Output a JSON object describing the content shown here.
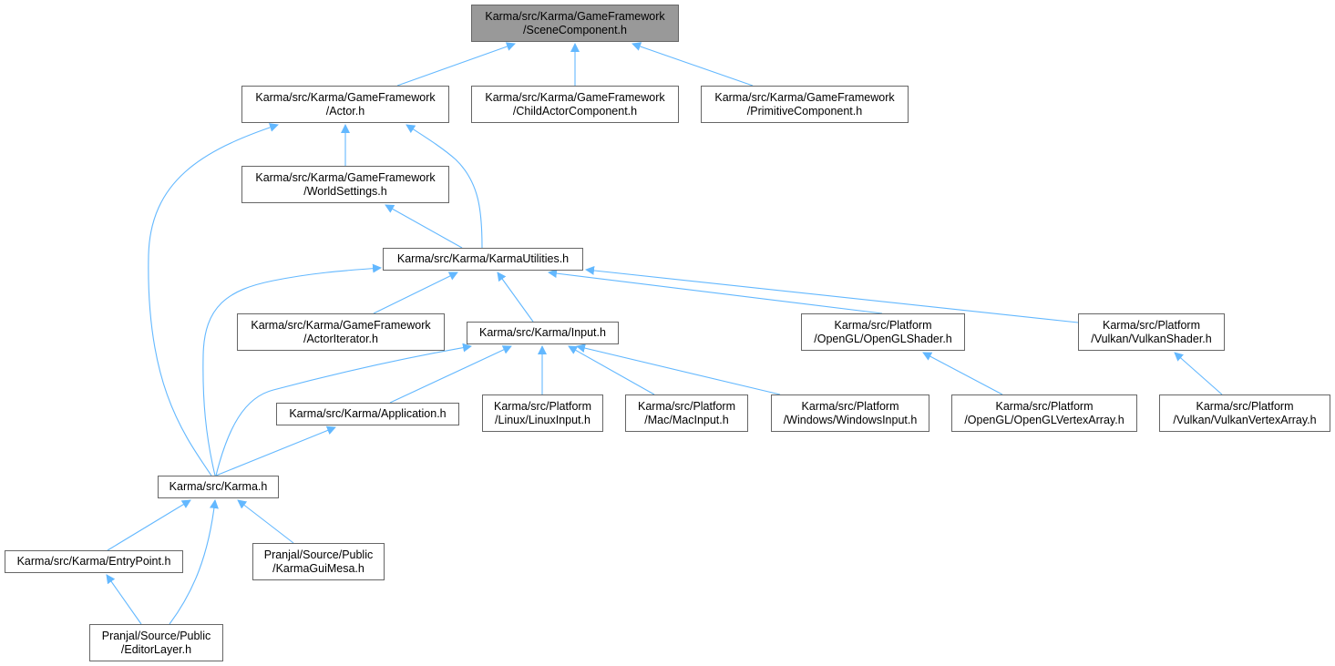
{
  "colors": {
    "edge": "#63b8ff",
    "border": "#666666",
    "root_fill": "#999999",
    "node_fill": "#ffffff"
  },
  "nodes": {
    "scenecomponent": [
      "Karma/src/Karma/GameFramework",
      "/SceneComponent.h"
    ],
    "actor": [
      "Karma/src/Karma/GameFramework",
      "/Actor.h"
    ],
    "childactorcomponent": [
      "Karma/src/Karma/GameFramework",
      "/ChildActorComponent.h"
    ],
    "primitivecomponent": [
      "Karma/src/Karma/GameFramework",
      "/PrimitiveComponent.h"
    ],
    "worldsettings": [
      "Karma/src/Karma/GameFramework",
      "/WorldSettings.h"
    ],
    "karmautilities": [
      "Karma/src/Karma/KarmaUtilities.h"
    ],
    "actoriterator": [
      "Karma/src/Karma/GameFramework",
      "/ActorIterator.h"
    ],
    "input": [
      "Karma/src/Karma/Input.h"
    ],
    "openglshader": [
      "Karma/src/Platform",
      "/OpenGL/OpenGLShader.h"
    ],
    "vulkanshader": [
      "Karma/src/Platform",
      "/Vulkan/VulkanShader.h"
    ],
    "application": [
      "Karma/src/Karma/Application.h"
    ],
    "linuxinput": [
      "Karma/src/Platform",
      "/Linux/LinuxInput.h"
    ],
    "macinput": [
      "Karma/src/Platform",
      "/Mac/MacInput.h"
    ],
    "windowsinput": [
      "Karma/src/Platform",
      "/Windows/WindowsInput.h"
    ],
    "openglvertexarray": [
      "Karma/src/Platform",
      "/OpenGL/OpenGLVertexArray.h"
    ],
    "vulkanvertexarray": [
      "Karma/src/Platform",
      "/Vulkan/VulkanVertexArray.h"
    ],
    "karma": [
      "Karma/src/Karma.h"
    ],
    "entrypoint": [
      "Karma/src/Karma/EntryPoint.h"
    ],
    "karmaguimesa": [
      "Pranjal/Source/Public",
      "/KarmaGuiMesa.h"
    ],
    "editorlayer": [
      "Pranjal/Source/Public",
      "/EditorLayer.h"
    ]
  },
  "edges": [
    [
      "actor",
      "scenecomponent"
    ],
    [
      "childactorcomponent",
      "scenecomponent"
    ],
    [
      "primitivecomponent",
      "scenecomponent"
    ],
    [
      "worldsettings",
      "actor"
    ],
    [
      "karmautilities",
      "actor"
    ],
    [
      "karma",
      "actor"
    ],
    [
      "karmautilities",
      "worldsettings"
    ],
    [
      "actoriterator",
      "karmautilities"
    ],
    [
      "input",
      "karmautilities"
    ],
    [
      "openglshader",
      "karmautilities"
    ],
    [
      "vulkanshader",
      "karmautilities"
    ],
    [
      "karma",
      "karmautilities"
    ],
    [
      "application",
      "input"
    ],
    [
      "linuxinput",
      "input"
    ],
    [
      "macinput",
      "input"
    ],
    [
      "windowsinput",
      "input"
    ],
    [
      "karma",
      "input"
    ],
    [
      "openglvertexarray",
      "openglshader"
    ],
    [
      "vulkanvertexarray",
      "vulkanshader"
    ],
    [
      "karma",
      "application"
    ],
    [
      "entrypoint",
      "karma"
    ],
    [
      "karmaguimesa",
      "karma"
    ],
    [
      "editorlayer",
      "karma"
    ],
    [
      "editorlayer",
      "entrypoint"
    ]
  ]
}
